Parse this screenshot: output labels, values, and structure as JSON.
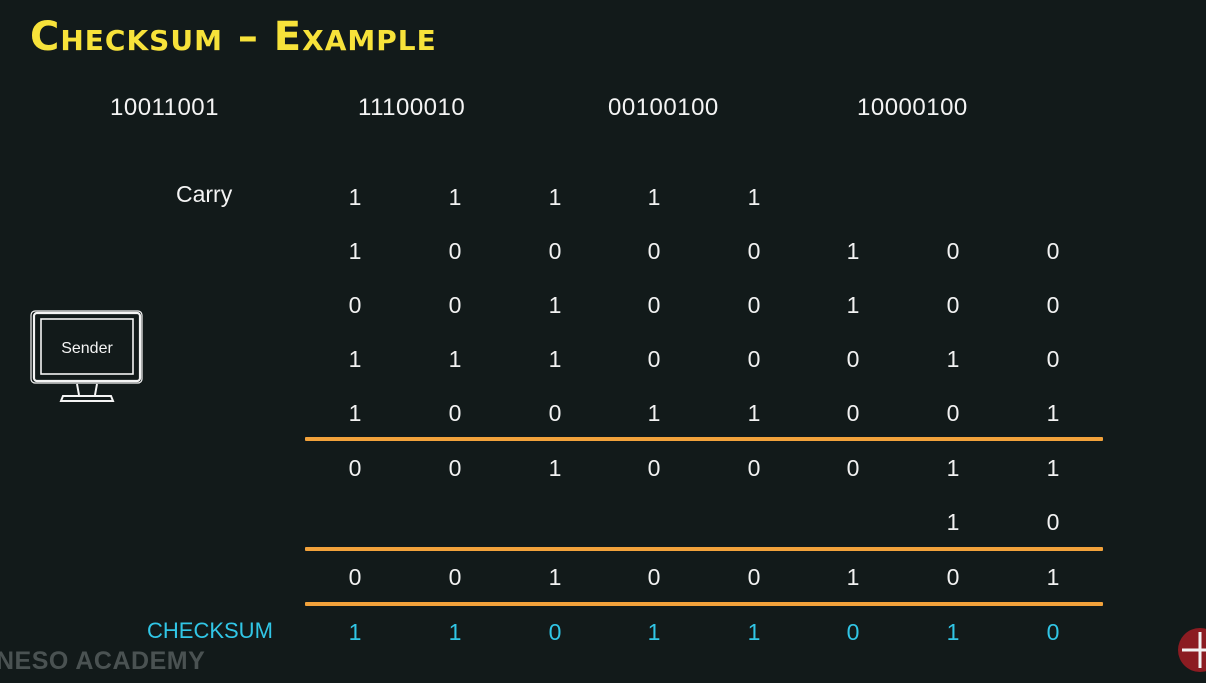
{
  "title": "Checksum – Example",
  "words": [
    "10011001",
    "11100010",
    "00100100",
    "10000100"
  ],
  "labels": {
    "carry": "Carry",
    "sender": "Sender",
    "checksum": "CHECKSUM"
  },
  "rows": {
    "carry": [
      "1",
      "1",
      "1",
      "1",
      "1"
    ],
    "operand_1": [
      "1",
      "0",
      "0",
      "0",
      "0",
      "1",
      "0",
      "0"
    ],
    "operand_2": [
      "0",
      "0",
      "1",
      "0",
      "0",
      "1",
      "0",
      "0"
    ],
    "operand_3": [
      "1",
      "1",
      "1",
      "0",
      "0",
      "0",
      "1",
      "0"
    ],
    "operand_4": [
      "1",
      "0",
      "0",
      "1",
      "1",
      "0",
      "0",
      "1"
    ],
    "sum": [
      "0",
      "0",
      "1",
      "0",
      "0",
      "0",
      "1",
      "1"
    ],
    "wrap_carry": [
      "1",
      "0"
    ],
    "wrapped_sum": [
      "0",
      "0",
      "1",
      "0",
      "0",
      "1",
      "0",
      "1"
    ],
    "checksum": [
      "1",
      "1",
      "0",
      "1",
      "1",
      "0",
      "1",
      "0"
    ]
  },
  "watermark": "NESO ACADEMY",
  "colors": {
    "background": "#121a1a",
    "title": "#f7e23a",
    "rule": "#f2a23b",
    "checksum": "#31c6e6",
    "text": "#f4f4f4"
  },
  "icons": {
    "sender_device": "monitor-icon",
    "corner_logo": "logo-icon"
  }
}
